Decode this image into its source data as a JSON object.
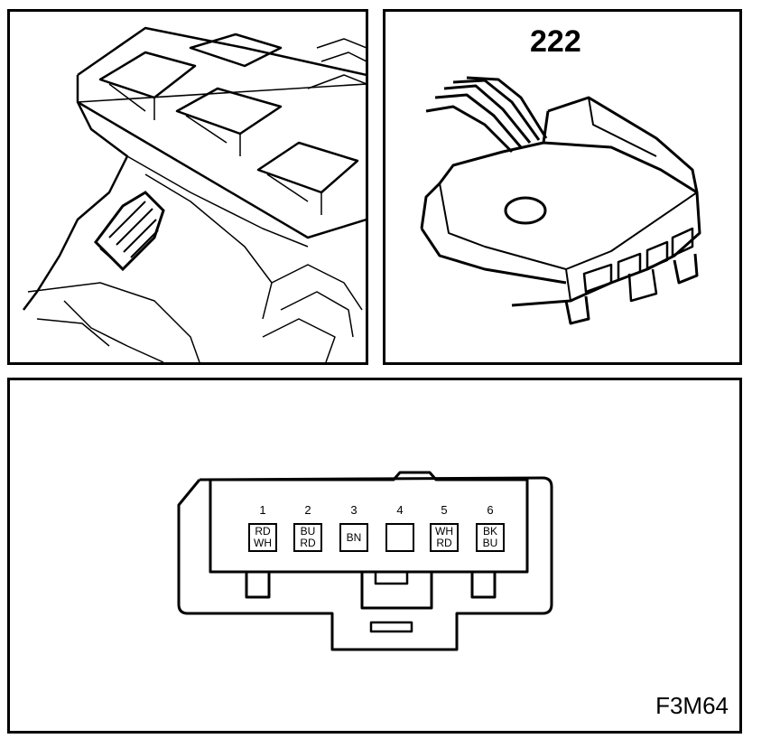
{
  "connector_id": "222",
  "figure_code": "F3M64",
  "pins": [
    {
      "number": "1",
      "colors": [
        "RD",
        "WH"
      ]
    },
    {
      "number": "2",
      "colors": [
        "BU",
        "RD"
      ]
    },
    {
      "number": "3",
      "colors": [
        "BN"
      ]
    },
    {
      "number": "4",
      "colors": []
    },
    {
      "number": "5",
      "colors": [
        "WH",
        "RD"
      ]
    },
    {
      "number": "6",
      "colors": [
        "BK",
        "BU"
      ]
    }
  ]
}
